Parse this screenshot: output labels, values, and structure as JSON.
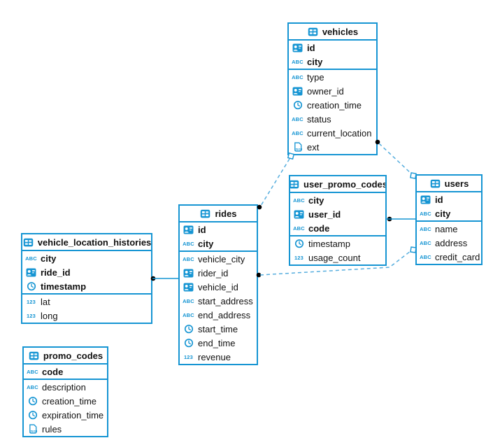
{
  "diagram": {
    "tables": [
      {
        "title": "vehicles",
        "header_icon": "table-icon",
        "primary_fields": [
          {
            "name": "id",
            "type": "uuid",
            "icon": "uuid-icon"
          },
          {
            "name": "city",
            "type": "string",
            "icon": "abc-icon"
          }
        ],
        "fields": [
          {
            "name": "type",
            "type": "string",
            "icon": "abc-icon"
          },
          {
            "name": "owner_id",
            "type": "uuid",
            "icon": "uuid-icon"
          },
          {
            "name": "creation_time",
            "type": "timestamp",
            "icon": "clock-icon"
          },
          {
            "name": "status",
            "type": "string",
            "icon": "abc-icon"
          },
          {
            "name": "current_location",
            "type": "string",
            "icon": "abc-icon"
          },
          {
            "name": "ext",
            "type": "json",
            "icon": "json-icon"
          }
        ]
      },
      {
        "title": "user_promo_codes",
        "header_icon": "table-icon",
        "primary_fields": [
          {
            "name": "city",
            "type": "string",
            "icon": "abc-icon"
          },
          {
            "name": "user_id",
            "type": "uuid",
            "icon": "uuid-icon"
          },
          {
            "name": "code",
            "type": "string",
            "icon": "abc-icon"
          }
        ],
        "fields": [
          {
            "name": "timestamp",
            "type": "timestamp",
            "icon": "clock-icon"
          },
          {
            "name": "usage_count",
            "type": "number",
            "icon": "123-icon"
          }
        ]
      },
      {
        "title": "users",
        "header_icon": "table-icon",
        "primary_fields": [
          {
            "name": "id",
            "type": "uuid",
            "icon": "uuid-icon"
          },
          {
            "name": "city",
            "type": "string",
            "icon": "abc-icon"
          }
        ],
        "fields": [
          {
            "name": "name",
            "type": "string",
            "icon": "abc-icon"
          },
          {
            "name": "address",
            "type": "string",
            "icon": "abc-icon"
          },
          {
            "name": "credit_card",
            "type": "string",
            "icon": "abc-icon"
          }
        ]
      },
      {
        "title": "rides",
        "header_icon": "table-icon",
        "primary_fields": [
          {
            "name": "id",
            "type": "uuid",
            "icon": "uuid-icon"
          },
          {
            "name": "city",
            "type": "string",
            "icon": "abc-icon"
          }
        ],
        "fields": [
          {
            "name": "vehicle_city",
            "type": "string",
            "icon": "abc-icon"
          },
          {
            "name": "rider_id",
            "type": "uuid",
            "icon": "uuid-icon"
          },
          {
            "name": "vehicle_id",
            "type": "uuid",
            "icon": "uuid-icon"
          },
          {
            "name": "start_address",
            "type": "string",
            "icon": "abc-icon"
          },
          {
            "name": "end_address",
            "type": "string",
            "icon": "abc-icon"
          },
          {
            "name": "start_time",
            "type": "timestamp",
            "icon": "clock-icon"
          },
          {
            "name": "end_time",
            "type": "timestamp",
            "icon": "clock-icon"
          },
          {
            "name": "revenue",
            "type": "number",
            "icon": "123-icon"
          }
        ]
      },
      {
        "title": "vehicle_location_histories",
        "header_icon": "table-icon",
        "primary_fields": [
          {
            "name": "city",
            "type": "string",
            "icon": "abc-icon"
          },
          {
            "name": "ride_id",
            "type": "uuid",
            "icon": "uuid-icon"
          },
          {
            "name": "timestamp",
            "type": "timestamp",
            "icon": "clock-icon"
          }
        ],
        "fields": [
          {
            "name": "lat",
            "type": "number",
            "icon": "123-icon"
          },
          {
            "name": "long",
            "type": "number",
            "icon": "123-icon"
          }
        ]
      },
      {
        "title": "promo_codes",
        "header_icon": "table-icon",
        "primary_fields": [
          {
            "name": "code",
            "type": "string",
            "icon": "abc-icon"
          }
        ],
        "fields": [
          {
            "name": "description",
            "type": "string",
            "icon": "abc-icon"
          },
          {
            "name": "creation_time",
            "type": "timestamp",
            "icon": "clock-icon"
          },
          {
            "name": "expiration_time",
            "type": "timestamp",
            "icon": "clock-icon"
          },
          {
            "name": "rules",
            "type": "json",
            "icon": "json-icon"
          }
        ]
      }
    ],
    "relationships": [
      {
        "from": "vehicles",
        "to": "rides",
        "style": "dashed"
      },
      {
        "from": "vehicles",
        "to": "users",
        "style": "dashed"
      },
      {
        "from": "rides",
        "to": "users",
        "style": "dashed"
      },
      {
        "from": "vehicle_location_histories",
        "to": "rides",
        "style": "solid"
      },
      {
        "from": "user_promo_codes",
        "to": "users",
        "style": "solid"
      }
    ],
    "colors": {
      "accent": "#1695d3",
      "dash_line": "#57aede",
      "connector_dot": "#000000",
      "text": "#111111",
      "background": "#ffffff"
    }
  }
}
